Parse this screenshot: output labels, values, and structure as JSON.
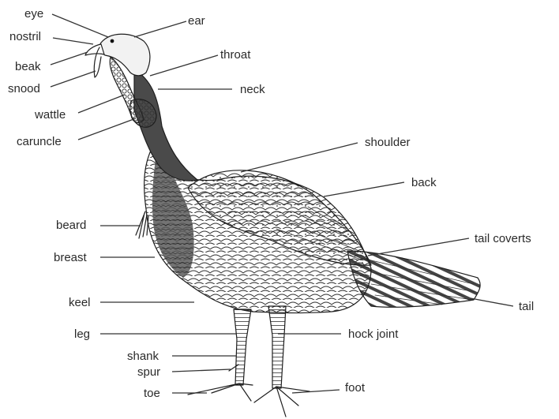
{
  "labels": {
    "eye": "eye",
    "nostril": "nostril",
    "beak": "beak",
    "snood": "snood",
    "wattle": "wattle",
    "caruncle": "caruncle",
    "ear": "ear",
    "throat": "throat",
    "neck": "neck",
    "shoulder": "shoulder",
    "back": "back",
    "tail_coverts": "tail coverts",
    "tail": "tail",
    "beard": "beard",
    "breast": "breast",
    "keel": "keel",
    "leg": "leg",
    "hock_joint": "hock joint",
    "shank": "shank",
    "spur": "spur",
    "toe": "toe",
    "foot": "foot"
  }
}
